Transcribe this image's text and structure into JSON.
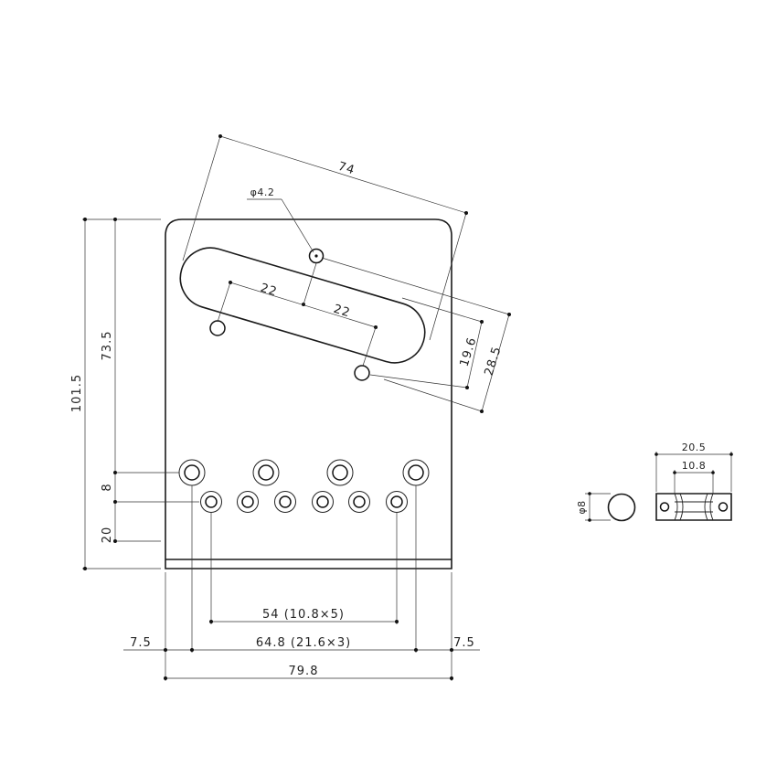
{
  "dimensions": {
    "overall_width": "79.8",
    "hole_span": "64.8 (21.6×3)",
    "small_hole_span": "54 (10.8×5)",
    "left_margin": "7.5",
    "right_margin": "7.5",
    "total_height": "101.5",
    "pickup_height": "73.5",
    "row_spacing": "8",
    "bottom_offset": "20",
    "pickup_length": "74",
    "mount_hole_diameter": "φ4.2",
    "hole_offset_a": "22",
    "hole_offset_b": "22",
    "slot_offset_a": "19.6",
    "slot_offset_b": "28.5",
    "saddle_length": "20.5",
    "saddle_hole_spacing": "10.8",
    "saddle_diameter": "φ8"
  }
}
